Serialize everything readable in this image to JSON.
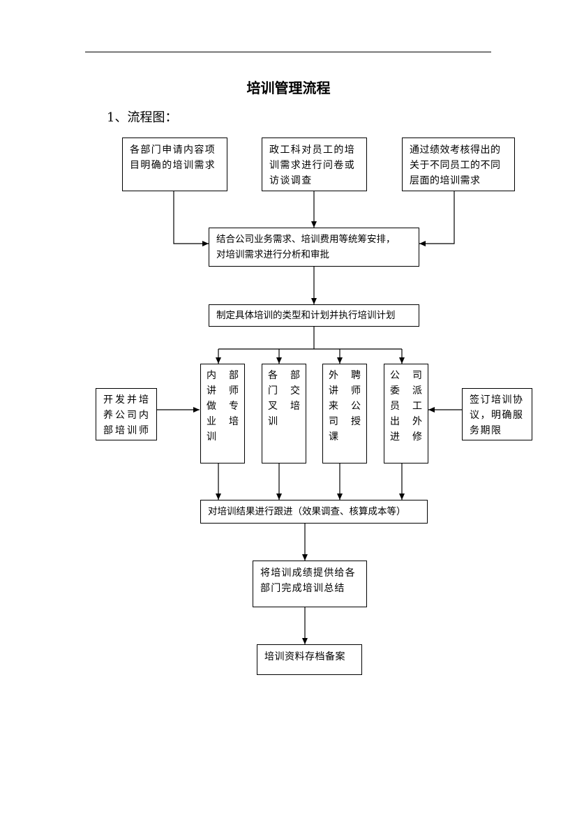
{
  "document": {
    "title": "培训管理流程",
    "section": "1、流程图："
  },
  "flowchart": {
    "sources": [
      {
        "lines": [
          "各部门申请内容项",
          "目明确的培训需求"
        ]
      },
      {
        "lines": [
          "政工科对员工的培",
          "训需求进行问卷或",
          "访谈调查"
        ]
      },
      {
        "lines": [
          "通过绩效考核得出的",
          "关于不同员工的不同",
          "层面的培训需求"
        ]
      }
    ],
    "analysis": {
      "lines": [
        "结合公司业务需求、培训费用等统筹安排，",
        "对培训需求进行分析和审批"
      ]
    },
    "plan": {
      "lines": [
        "制定具体培训的类型和计划并执行培训计划"
      ]
    },
    "types": [
      {
        "rows": [
          [
            "内",
            "部"
          ],
          [
            "讲",
            "师"
          ],
          [
            "做",
            "专"
          ],
          [
            "业",
            "培"
          ],
          [
            "训",
            ""
          ]
        ]
      },
      {
        "rows": [
          [
            "各",
            "部"
          ],
          [
            "门",
            "交"
          ],
          [
            "叉",
            "培"
          ],
          [
            "训",
            ""
          ]
        ]
      },
      {
        "rows": [
          [
            "外",
            "聘"
          ],
          [
            "讲",
            "师"
          ],
          [
            "来",
            "公"
          ],
          [
            "司",
            "授"
          ],
          [
            "课",
            ""
          ]
        ]
      },
      {
        "rows": [
          [
            "公",
            "司"
          ],
          [
            "委",
            "派"
          ],
          [
            "员",
            "工"
          ],
          [
            "出",
            "外"
          ],
          [
            "进",
            "修"
          ]
        ]
      }
    ],
    "left_side": {
      "lines": [
        "开发并培",
        "养公司内",
        "部培训师"
      ]
    },
    "right_side": {
      "lines": [
        "签订培训协",
        "议，明确服",
        "务期限"
      ]
    },
    "followup": {
      "lines": [
        "对培训结果进行跟进（效果调查、核算成本等）"
      ]
    },
    "report": {
      "lines": [
        "将培训成绩提供给各",
        "部门完成培训总结"
      ]
    },
    "archive": {
      "lines": [
        "培训资料存档备案"
      ]
    }
  }
}
